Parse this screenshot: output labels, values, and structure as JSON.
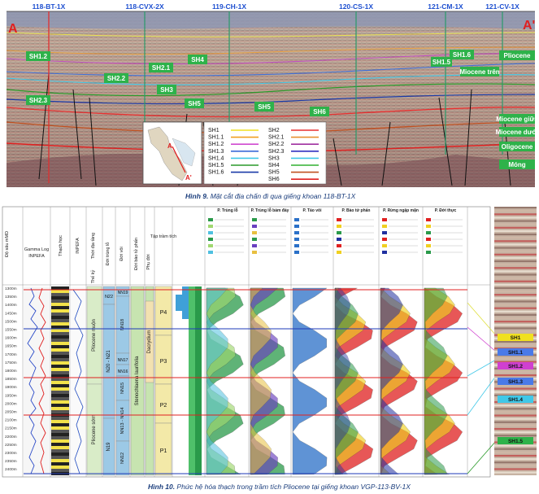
{
  "figure1": {
    "wells": [
      "118-BT-1X",
      "118-CVX-2X",
      "119-CH-1X",
      "120-CS-1X",
      "121-CM-1X",
      "121-CV-1X"
    ],
    "corner_left": "A",
    "corner_right": "A'",
    "horizon_labels": [
      "SH1.2",
      "SH2.2",
      "SH2.3",
      "SH2.1",
      "SH3",
      "SH4",
      "SH5",
      "SH6",
      "SH1.6"
    ],
    "formation_labels": [
      "Pliocene",
      "Miocene trên",
      "Miocene giữa",
      "Miocene dưới",
      "Oligocene",
      "Móng"
    ],
    "legend": {
      "col1": [
        {
          "name": "SH1",
          "color": "#f0e020"
        },
        {
          "name": "SH1.1",
          "color": "#f0a020"
        },
        {
          "name": "SH1.2",
          "color": "#d04ad0"
        },
        {
          "name": "SH1.3",
          "color": "#3a6ad8"
        },
        {
          "name": "SH1.4",
          "color": "#40c8e8"
        },
        {
          "name": "SH1.5",
          "color": "#2a9a2a"
        },
        {
          "name": "SH1.6",
          "color": "#1a3aa8"
        }
      ],
      "col2": [
        {
          "name": "SH2",
          "color": "#e83030"
        },
        {
          "name": "SH2.1",
          "color": "#e89030"
        },
        {
          "name": "SH2.2",
          "color": "#a030a0"
        },
        {
          "name": "SH2.3",
          "color": "#3030c0"
        },
        {
          "name": "SH3",
          "color": "#40c8e8"
        },
        {
          "name": "SH4",
          "color": "#30b030"
        },
        {
          "name": "SH5",
          "color": "#c05020"
        },
        {
          "name": "SH6",
          "color": "#e02020"
        }
      ]
    },
    "caption_label": "Hình 9.",
    "caption_text": " Mặt cắt địa chấn đi qua giếng khoan 118-BT-1X"
  },
  "figure2": {
    "depth_header": "Độ sâu mMD",
    "gamma_header": "Gamma Log",
    "gamma_sub": "INPEFA",
    "lithology_header": "Thạch học",
    "inpefa_header": "INPEFA",
    "chrono_header": "Thời địa tầng",
    "era_header": "Thế kỷ",
    "foram_header": "Đới trùng lỗ",
    "nanno_header": "Đới vôi",
    "pollen_header": "Đới bào tử phấn",
    "subzone_header": "Phụ đới",
    "sequence_header": "Tập trầm tích",
    "depths": [
      "1300m",
      "1350m",
      "1400m",
      "1450m",
      "1500m",
      "1550m",
      "1600m",
      "1650m",
      "1700m",
      "1750m",
      "1800m",
      "1850m",
      "1900m",
      "1950m",
      "2000m",
      "2050m",
      "2100m",
      "2150m",
      "2200m",
      "2250m",
      "2300m",
      "2350m",
      "2400m"
    ],
    "era_labels": [
      "Pliocene muộn",
      "Pliocene sớm"
    ],
    "foram_labels": [
      "N22",
      "N20 - N21",
      "N19"
    ],
    "nanno_labels": [
      "NN19",
      "NN18",
      "NN17",
      "NN16",
      "NN15",
      "NN13 - NN14",
      "NN12"
    ],
    "pollen_label": "Stenochlaena laurifolia",
    "subzone_label": "Dacrydium",
    "sequences": [
      "P4",
      "P3",
      "P2",
      "P1"
    ],
    "panel_headers": [
      "P. Trùng lỗ",
      "P. Trùng lỗ bám đáy",
      "P. Tảo vôi",
      "P. Bào tử phấn",
      "P. Rừng ngập mặn",
      "P. Đới thực"
    ],
    "right_labels": [
      "SH1",
      "SH1.1",
      "SH1.2",
      "SH1.3",
      "SH1.4",
      "SH1.5"
    ],
    "caption_label": "Hình 10.",
    "caption_text": " Phức hệ hóa thạch trong trầm tích Pliocene tại giếng khoan VGP-113-BV-1X"
  }
}
